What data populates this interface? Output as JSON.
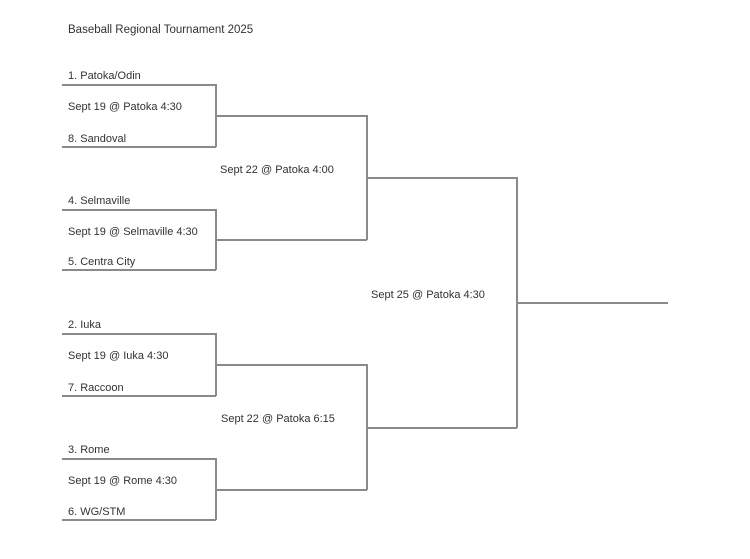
{
  "title": "Baseball Regional Tournament 2025",
  "bracket": {
    "round1": [
      {
        "top_seed": "1. Patoka/Odin",
        "game": "Sept 19 @ Patoka 4:30",
        "bottom_seed": "8. Sandoval"
      },
      {
        "top_seed": "4. Selmaville",
        "game": "Sept 19 @ Selmaville 4:30",
        "bottom_seed": "5. Centra City"
      },
      {
        "top_seed": "2. Iuka",
        "game": "Sept 19 @ Iuka 4:30",
        "bottom_seed": "7. Raccoon"
      },
      {
        "top_seed": "3. Rome",
        "game": "Sept 19 @ Rome 4:30",
        "bottom_seed": "6. WG/STM"
      }
    ],
    "round2": [
      {
        "game": "Sept 22 @ Patoka 4:00"
      },
      {
        "game": "Sept 22 @ Patoka 6:15"
      }
    ],
    "final": {
      "game": "Sept 25 @ Patoka 4:30"
    }
  },
  "colors": {
    "background": "#ffffff",
    "line": "#8a8a8a",
    "text": "#323232"
  }
}
